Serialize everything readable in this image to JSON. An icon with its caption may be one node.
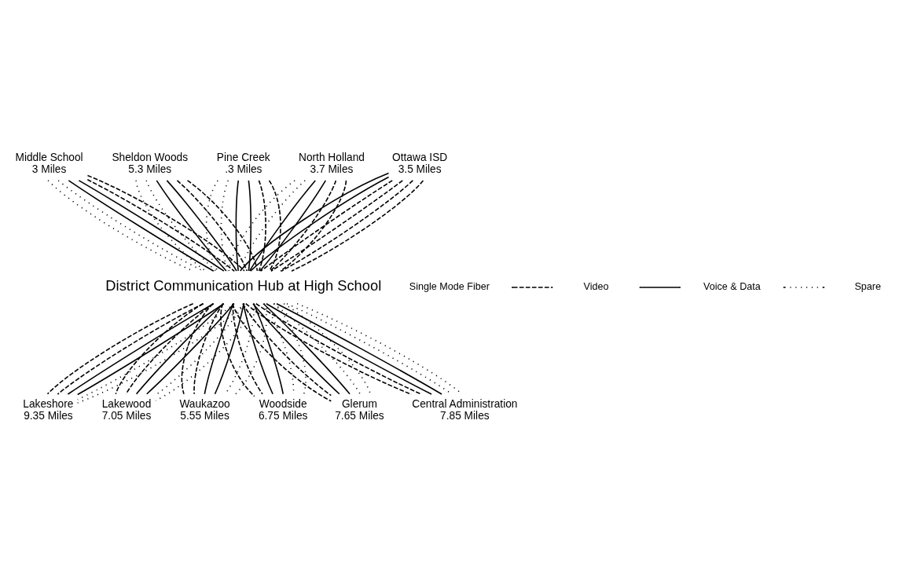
{
  "diagram": {
    "nodes": [
      {
        "text": [
          "District Communication Hub at High School"
        ]
      },
      {
        "text": [
          "Middle School",
          "3 Miles"
        ]
      },
      {
        "text": [
          "Sheldon Woods",
          "5.3 Miles"
        ]
      },
      {
        "text": [
          "Pine Creek",
          ".3 Miles"
        ]
      },
      {
        "text": [
          "North Holland",
          "3.7 Miles"
        ]
      },
      {
        "text": [
          "Ottawa ISD",
          "3.5 Miles"
        ]
      },
      {
        "text": [
          "Lakeshore",
          "9.35 Miles"
        ]
      },
      {
        "text": [
          "Lakewood",
          "7.05 Miles"
        ]
      },
      {
        "text": [
          "Waukazoo",
          "5.55 Miles"
        ]
      },
      {
        "text": [
          "Woodside",
          "6.75 Miles"
        ]
      },
      {
        "text": [
          "Glerum",
          "7.65 Miles"
        ]
      },
      {
        "text": [
          "Central Administration",
          "7.85 Miles"
        ]
      }
    ],
    "edges": [
      {
        "from": 1,
        "to": 0,
        "arrow": "none",
        "style": "dashed"
      },
      {
        "from": 1,
        "to": 0,
        "arrow": "none",
        "style": "dashed"
      },
      {
        "from": 1,
        "to": 0,
        "arrow": "none"
      },
      {
        "from": 1,
        "to": 0,
        "arrow": "none"
      },
      {
        "from": 1,
        "to": 0,
        "arrow": "none",
        "style": "dashed"
      },
      {
        "from": 1,
        "to": 0,
        "arrow": "none",
        "style": "dashed"
      },
      {
        "from": 2,
        "to": 0,
        "arrow": "none",
        "style": "dashed"
      },
      {
        "from": 2,
        "to": 0,
        "arrow": "none",
        "style": "dashed"
      },
      {
        "from": 2,
        "to": 0,
        "arrow": "none"
      },
      {
        "from": 2,
        "to": 0,
        "arrow": "none"
      },
      {
        "from": 2,
        "to": 0,
        "arrow": "none",
        "style": "dashed"
      },
      {
        "from": 2,
        "to": 0,
        "arrow": "none",
        "style": "dashed"
      },
      {
        "from": 3,
        "to": 0,
        "arrow": "none",
        "style": "dashed"
      },
      {
        "from": 3,
        "to": 0,
        "arrow": "none",
        "style": "dashed"
      },
      {
        "from": 3,
        "to": 0,
        "arrow": "none"
      },
      {
        "from": 3,
        "to": 0,
        "arrow": "none"
      },
      {
        "from": 3,
        "to": 0,
        "arrow": "none",
        "style": "dashed"
      },
      {
        "from": 3,
        "to": 0,
        "arrow": "none",
        "style": "dashed"
      },
      {
        "from": 4,
        "to": 0,
        "arrow": "none",
        "style": "dashed"
      },
      {
        "from": 4,
        "to": 0,
        "arrow": "none",
        "style": "dashed"
      },
      {
        "from": 4,
        "to": 0,
        "arrow": "none"
      },
      {
        "from": 4,
        "to": 0,
        "arrow": "none"
      },
      {
        "from": 4,
        "to": 0,
        "arrow": "none",
        "style": "dashed"
      },
      {
        "from": 4,
        "to": 0,
        "arrow": "none",
        "style": "dashed"
      },
      {
        "from": 5,
        "to": 0,
        "arrow": "none"
      },
      {
        "from": 5,
        "to": 0,
        "arrow": "none"
      },
      {
        "from": 5,
        "to": 0,
        "arrow": "none",
        "style": "dashed"
      },
      {
        "from": 5,
        "to": 0,
        "arrow": "none",
        "style": "dashed"
      },
      {
        "from": 5,
        "to": 0,
        "arrow": "none",
        "style": "dashed"
      },
      {
        "from": 5,
        "to": 0,
        "arrow": "none",
        "style": "dashed"
      },
      {
        "from": 0,
        "to": 6,
        "arrow": "none",
        "style": "dashed"
      },
      {
        "from": 0,
        "to": 6,
        "arrow": "none",
        "style": "dashed"
      },
      {
        "from": 0,
        "to": 6,
        "arrow": "none"
      },
      {
        "from": 0,
        "to": 6,
        "arrow": "none"
      },
      {
        "from": 0,
        "to": 6,
        "arrow": "none",
        "style": "dashed"
      },
      {
        "from": 0,
        "to": 6,
        "arrow": "none",
        "style": "dashed"
      },
      {
        "from": 0,
        "to": 7,
        "arrow": "none",
        "style": "dashed"
      },
      {
        "from": 0,
        "to": 7,
        "arrow": "none",
        "style": "dashed"
      },
      {
        "from": 0,
        "to": 7,
        "arrow": "none"
      },
      {
        "from": 0,
        "to": 7,
        "arrow": "none"
      },
      {
        "from": 0,
        "to": 7,
        "arrow": "none",
        "style": "dashed"
      },
      {
        "from": 0,
        "to": 7,
        "arrow": "none",
        "style": "dashed"
      },
      {
        "from": 0,
        "to": 8,
        "arrow": "none",
        "style": "dashed"
      },
      {
        "from": 0,
        "to": 8,
        "arrow": "none",
        "style": "dashed"
      },
      {
        "from": 0,
        "to": 8,
        "arrow": "none"
      },
      {
        "from": 0,
        "to": 8,
        "arrow": "none"
      },
      {
        "from": 0,
        "to": 8,
        "arrow": "none",
        "style": "dashed"
      },
      {
        "from": 0,
        "to": 8,
        "arrow": "none",
        "style": "dashed"
      },
      {
        "from": 0,
        "to": 9,
        "arrow": "none",
        "style": "dashed"
      },
      {
        "from": 0,
        "to": 9,
        "arrow": "none",
        "style": "dashed"
      },
      {
        "from": 0,
        "to": 9,
        "arrow": "none"
      },
      {
        "from": 0,
        "to": 9,
        "arrow": "none"
      },
      {
        "from": 0,
        "to": 9,
        "arrow": "none",
        "style": "dashed"
      },
      {
        "from": 0,
        "to": 9,
        "arrow": "none",
        "style": "dashed"
      },
      {
        "from": 0,
        "to": 10,
        "arrow": "none",
        "style": "dashed"
      },
      {
        "from": 0,
        "to": 10,
        "arrow": "none",
        "style": "dashed"
      },
      {
        "from": 0,
        "to": 10,
        "arrow": "none"
      },
      {
        "from": 0,
        "to": 10,
        "arrow": "none"
      },
      {
        "from": 0,
        "to": 10,
        "arrow": "none",
        "style": "dashed"
      },
      {
        "from": 0,
        "to": 10,
        "arrow": "none",
        "style": "dashed"
      },
      {
        "from": 0,
        "to": 11,
        "arrow": "none",
        "style": "dashed"
      },
      {
        "from": 0,
        "to": 11,
        "arrow": "none",
        "style": "dashed"
      },
      {
        "from": 0,
        "to": 11,
        "arrow": "none"
      },
      {
        "from": 0,
        "to": 11,
        "arrow": "none"
      },
      {
        "from": 0,
        "to": 11,
        "arrow": "none",
        "style": "dashed"
      },
      {
        "from": 0,
        "to": 11,
        "arrow": "none",
        "style": "dashed"
      }
    ],
    "labels": [
      "Single Mode Fiber"
    ],
    "legend": [
      {
        "text": "Video"
      },
      {
        "text": "Voice & Data"
      },
      {
        "text": "Spare"
      }
    ]
  }
}
